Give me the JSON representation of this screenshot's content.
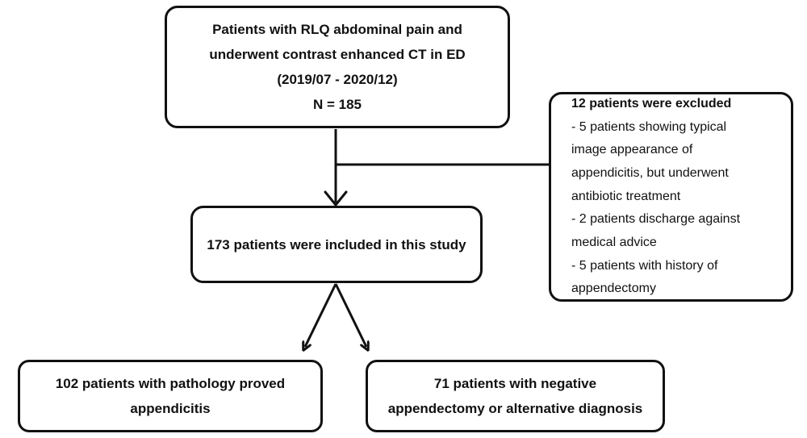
{
  "flowchart": {
    "top_box": {
      "lines": [
        "Patients with RLQ abdominal pain and",
        "underwent contrast enhanced CT in ED",
        "(2019/07 - 2020/12)",
        "N = 185"
      ]
    },
    "exclusion_box": {
      "title": "12 patients were excluded",
      "lines": [
        "- 5 patients showing typical",
        "image appearance of",
        "appendicitis, but underwent",
        "antibiotic treatment",
        "- 2 patients discharge against",
        "medical advice",
        "- 5 patients with history of",
        "appendectomy"
      ]
    },
    "middle_box": {
      "lines": [
        "173 patients were included in this study"
      ]
    },
    "left_box": {
      "lines": [
        "102 patients with pathology proved",
        "appendicitis"
      ]
    },
    "right_box": {
      "lines": [
        "71 patients with negative",
        "appendectomy or alternative diagnosis"
      ]
    }
  },
  "colors": {
    "stroke": "#111111",
    "background": "#ffffff"
  }
}
